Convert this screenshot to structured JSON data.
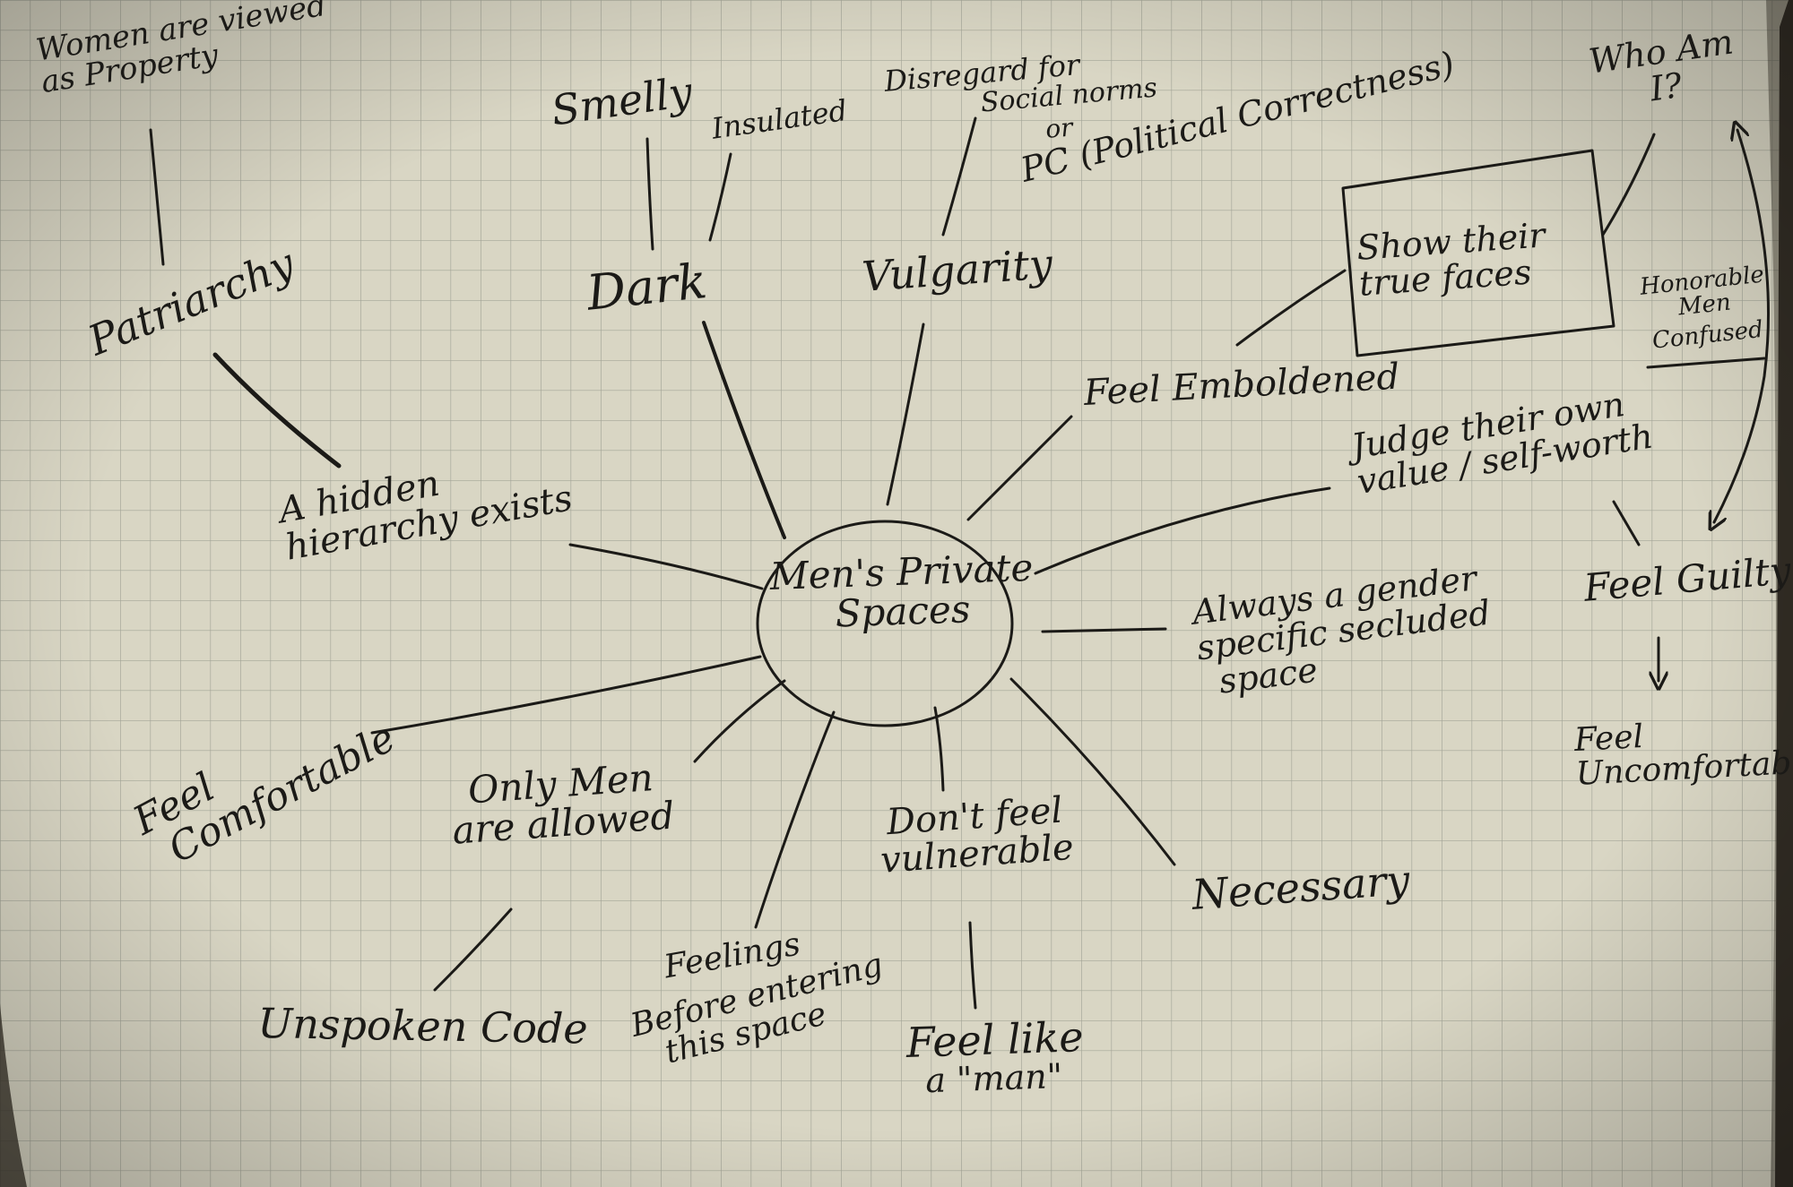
{
  "diagram": {
    "center": {
      "line1": "Men's Private",
      "line2": "Spaces"
    },
    "nodes": {
      "patriarchy": "Patriarchy",
      "women_property": {
        "line1": "Women are viewed",
        "line2": "as Property"
      },
      "hidden_hierarchy": {
        "line1": "A hidden",
        "line2": "hierarchy exists"
      },
      "dark": "Dark",
      "smelly": "Smelly",
      "insulated": "Insulated",
      "vulgarity": "Vulgarity",
      "disregard": {
        "line1": "Disregard for",
        "line2": "Social norms",
        "line3": "or",
        "line4": "PC (Political Correctness)"
      },
      "emboldened": "Feel Emboldened",
      "true_faces": {
        "line1": "Show their",
        "line2": "true faces"
      },
      "who_am_i": {
        "line1": "Who Am",
        "line2": "I?"
      },
      "honorable": {
        "line1": "Honorable",
        "line2": "Men",
        "line3": "Confused"
      },
      "judge": {
        "line1": "Judge their own",
        "line2": "value / self-worth"
      },
      "guilty": "Feel Guilty",
      "uncomfortable": {
        "line1": "Feel",
        "line2": "Uncomfortable"
      },
      "gender_space": {
        "line1": "Always a gender",
        "line2": "specific secluded",
        "line3": "space"
      },
      "necessary": "Necessary",
      "dont_feel": {
        "line1": "Don't feel",
        "line2": "vulnerable"
      },
      "feel_like_man": {
        "line1": "Feel like",
        "line2": "a \"man\""
      },
      "feelings_before": {
        "line1": "Feelings",
        "line2": "Before entering",
        "line3": "this space"
      },
      "only_men": {
        "line1": "Only Men",
        "line2": "are allowed"
      },
      "unspoken_code": "Unspoken Code",
      "feel_comfortable": {
        "line1": "Feel",
        "line2": "Comfortable"
      }
    }
  },
  "colors": {
    "paper": "#d9d6c4",
    "grid": "#a3a597",
    "ink": "#1b1a17",
    "shadow": "#3a352b"
  }
}
